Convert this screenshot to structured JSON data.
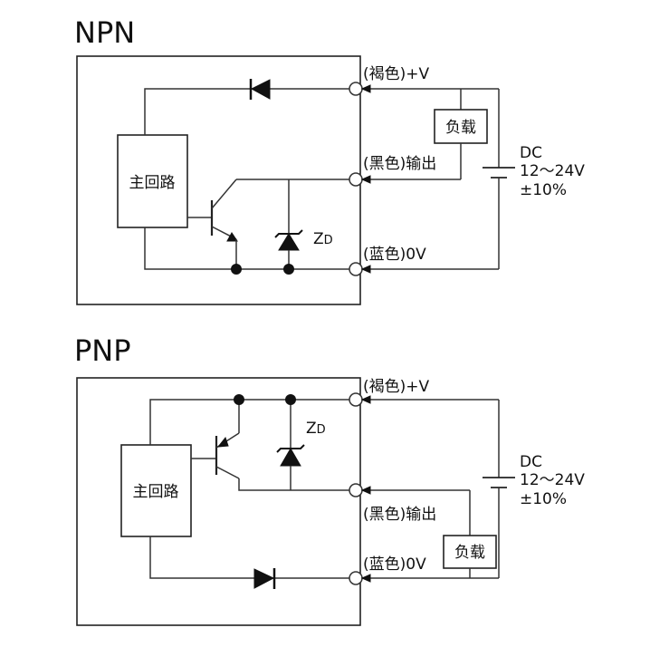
{
  "npn": {
    "title": "NPN",
    "main_circuit": "主回路",
    "load": "负载",
    "terminal_plus": "(褐色)+V",
    "terminal_out": "(黑色)输出",
    "terminal_zero": "(蓝色)0V",
    "zener_z": "Z",
    "zener_sub": "D",
    "dc_label": "DC",
    "dc_range": "12～24V",
    "dc_tol": "±10%"
  },
  "pnp": {
    "title": "PNP",
    "main_circuit": "主回路",
    "load": "负载",
    "terminal_plus": "(褐色)+V",
    "terminal_out": "(黑色)输出",
    "terminal_zero": "(蓝色)0V",
    "zener_z": "Z",
    "zener_sub": "D",
    "dc_label": "DC",
    "dc_range": "12～24V",
    "dc_tol": "±10%"
  }
}
